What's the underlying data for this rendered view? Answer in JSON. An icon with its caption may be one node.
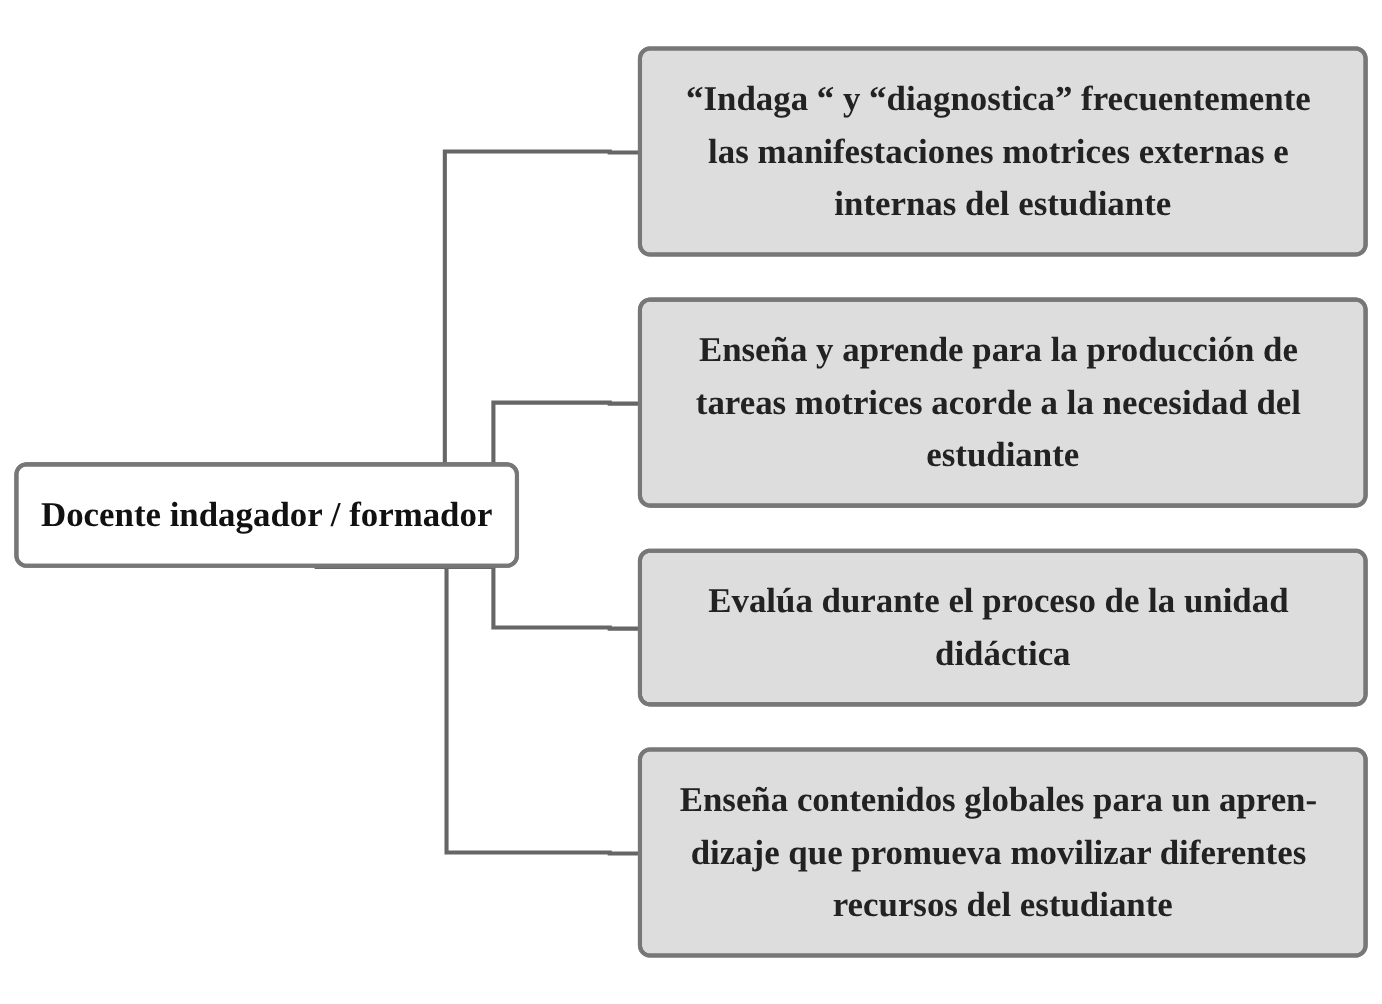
{
  "diagram": {
    "nodes": [
      {
        "text": [
          "Docente indagador / formador"
        ]
      },
      {
        "text": [
          "“Indaga “ y “diagnostica” frecuentemente las manifestaciones motrices externas e internas del estudiante"
        ]
      },
      {
        "text": [
          "Enseña y aprende para la producción de tareas motrices acorde a la necesidad del estudiante"
        ]
      },
      {
        "text": [
          "Evalúa durante el proceso de la unidad didáctica"
        ]
      },
      {
        "text": [
          "Enseña contenidos globales para un apren- dizaje que promueva movilizar diferentes recursos del estudiante"
        ]
      }
    ],
    "edges": [
      {
        "from": 0,
        "to": 1,
        "arrow": "none"
      },
      {
        "from": 0,
        "to": 2,
        "arrow": "none"
      },
      {
        "from": 0,
        "to": 3,
        "arrow": "none"
      },
      {
        "from": 0,
        "to": 4,
        "arrow": "none"
      }
    ]
  }
}
